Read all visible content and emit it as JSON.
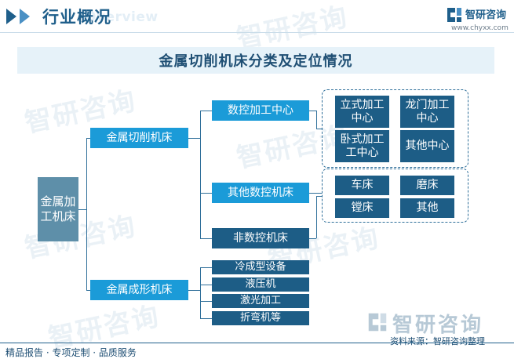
{
  "header": {
    "title": "行业概况",
    "bg_text": "Overview",
    "logo_name": "智研咨询",
    "logo_url": "www.chyxx.com"
  },
  "diagram": {
    "title": "金属切削机床分类及定位情况",
    "root": "金属加工机床",
    "level1": {
      "cutting": "金属切削机床",
      "forming": "金属成形机床"
    },
    "cutting_children": {
      "cnc_center": "数控加工中心",
      "other_cnc": "其他数控机床",
      "non_cnc": "非数控机床"
    },
    "cnc_center_types": [
      "立式加工中心",
      "龙门加工中心",
      "卧式加工工中心",
      "其他中心"
    ],
    "other_cnc_types": [
      "车床",
      "磨床",
      "镗床",
      "其他"
    ],
    "forming_children": [
      "冷成型设备",
      "液压机",
      "激光加工",
      "折弯机等"
    ]
  },
  "watermark": "智研咨询",
  "footer": {
    "source": "资料来源：智研咨询整理",
    "slogan": "精品报告 · 专项定制 · 品质服务",
    "logo_name": "智研咨询"
  },
  "colors": {
    "root_box": "#5e8fa9",
    "level_box": "#1b9bd8",
    "leaf_box": "#1d5d86",
    "header_accent": "#1f5f8b",
    "title_bar": "#e6f2f9"
  }
}
